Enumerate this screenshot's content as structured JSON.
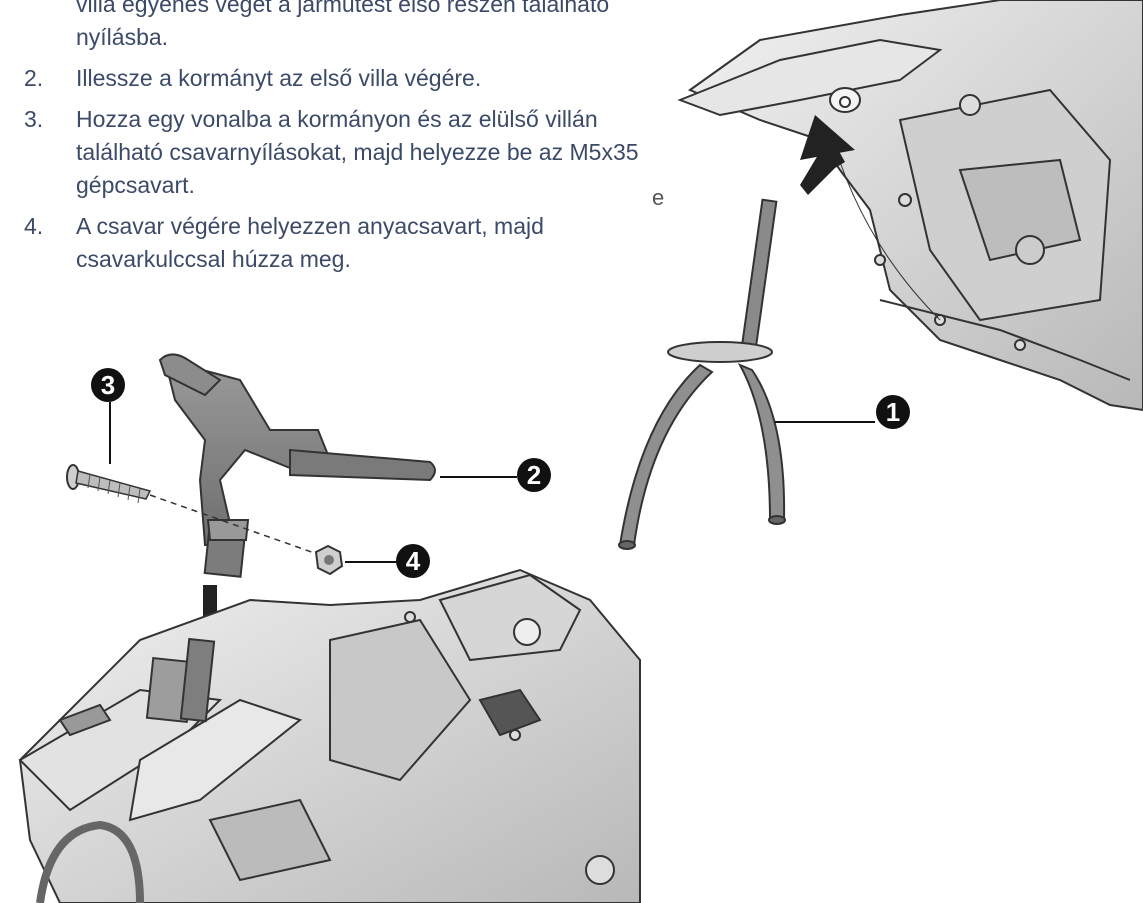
{
  "instructions": {
    "steps": [
      {
        "num": "",
        "text": "villa egyenes végét a járműtest első részén található nyílásba."
      },
      {
        "num": "2.",
        "text": "Illessze a kormányt az első villa végére."
      },
      {
        "num": "3.",
        "text": "Hozza egy vonalba a kormányon és az elülső villán található csavarnyílásokat, majd helyezze be az M5x35 gépcsavart."
      },
      {
        "num": "4.",
        "text": "A csavar végére helyezzen anyacsavart, majd csavarkulccsal húzza meg."
      }
    ]
  },
  "callouts": {
    "c1": "1",
    "c2": "2",
    "c3": "3",
    "c4": "4"
  },
  "stray_glyph": "e",
  "colors": {
    "text": "#3b4a67",
    "part": "#d9d9d9",
    "outline": "#333333",
    "callout": "#111111"
  }
}
